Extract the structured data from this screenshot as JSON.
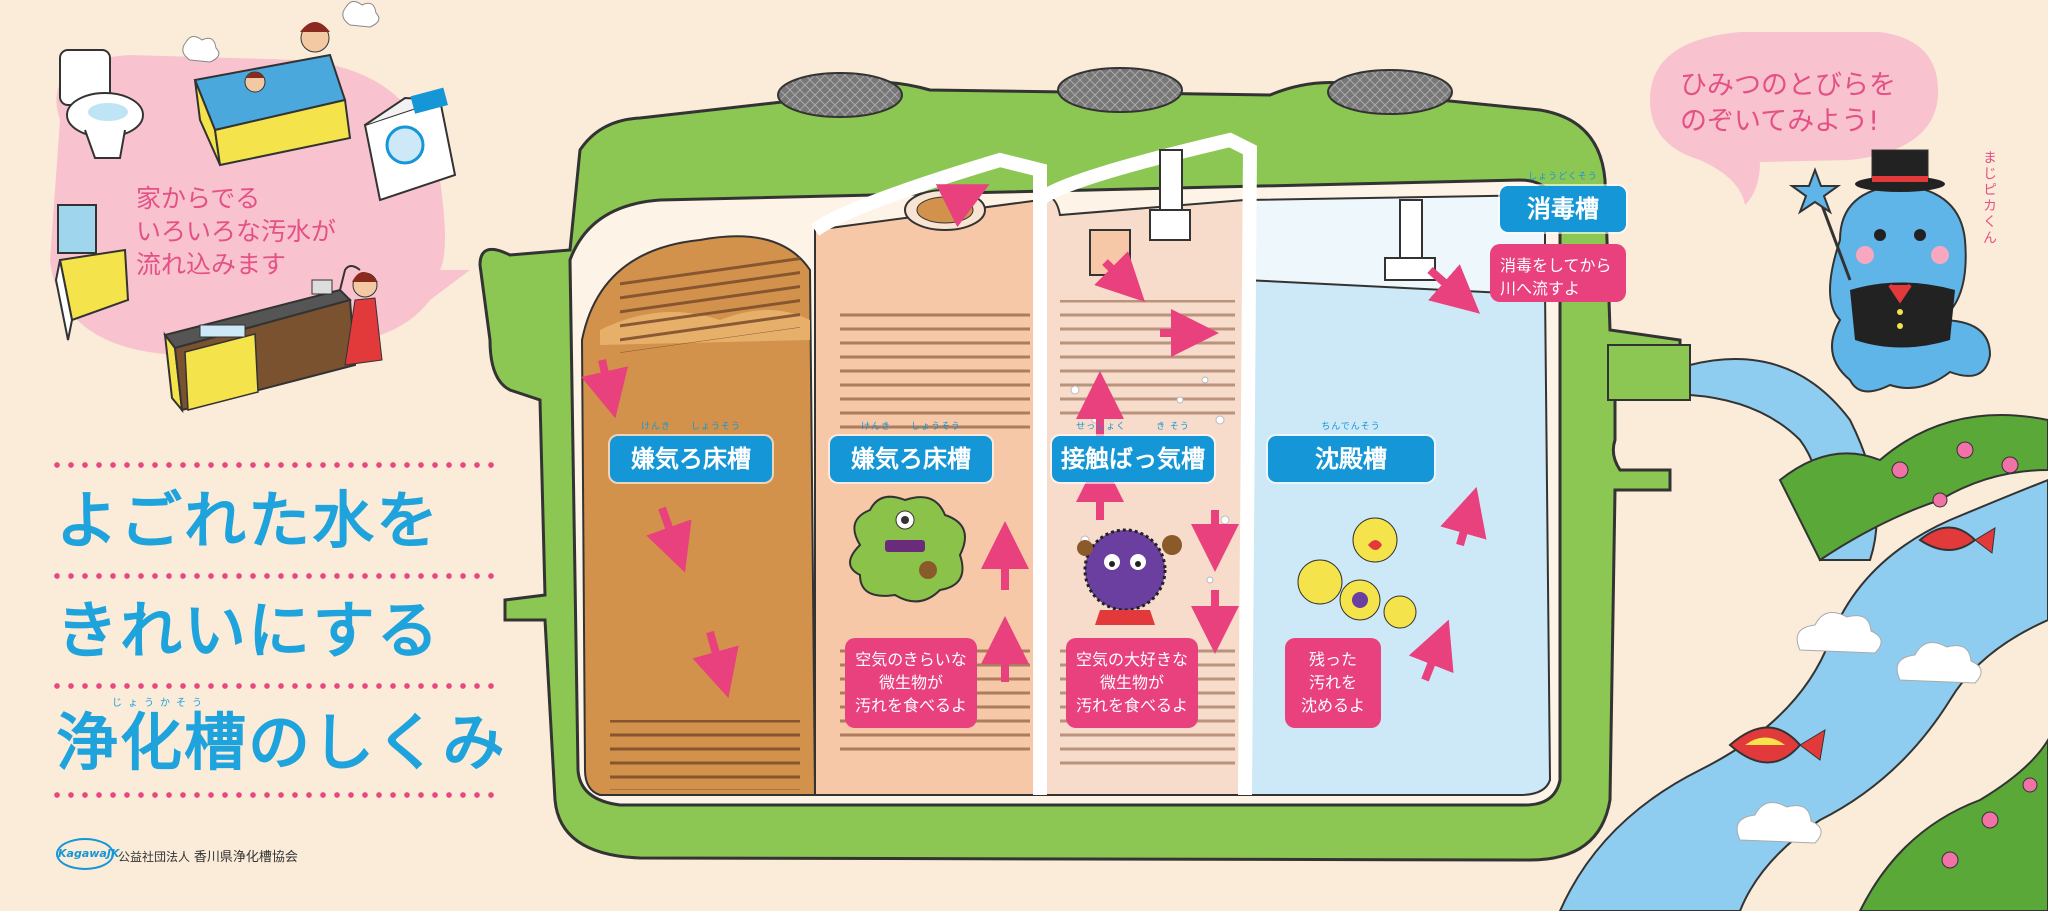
{
  "title": {
    "line1": "よごれた水を",
    "line2": "きれいにする",
    "line3": "浄化槽のしくみ",
    "line3_ruby": "じょうかそう"
  },
  "intro_bubble": {
    "line1": "家からでる",
    "line2": "いろいろな汚水が",
    "line3": "流れ込みます"
  },
  "mascot": {
    "speech_line1": "ひみつのとびらを",
    "speech_line2": "のぞいてみよう!",
    "name": "まじピカくん"
  },
  "tanks": [
    {
      "label": "嫌気ろ床槽",
      "ruby": "けんき　　しょうそう"
    },
    {
      "label": "嫌気ろ床槽",
      "ruby": "けんき　　しょうそう"
    },
    {
      "label": "接触ばっ気槽",
      "ruby": "せっしょく　　　き そう"
    },
    {
      "label": "沈殿槽",
      "ruby": "ちんでんそう"
    },
    {
      "label": "消毒槽",
      "ruby": "しょうどくそう"
    }
  ],
  "notes": {
    "anaerobic": {
      "line1": "空気のきらいな",
      "line2": "微生物が",
      "line3": "汚れを食べるよ"
    },
    "aerobic": {
      "line1": "空気の大好きな",
      "line2": "微生物が",
      "line3": "汚れを食べるよ"
    },
    "settling": {
      "line1": "残った",
      "line2": "汚れを",
      "line3": "沈めるよ"
    },
    "disinfect": {
      "line1": "消毒をしてから",
      "line2": "川へ流すよ"
    }
  },
  "organization": {
    "logo": "KagawaJK",
    "type": "公益社団法人",
    "name": "香川県浄化槽協会"
  },
  "colors": {
    "background": "#faecd9",
    "title_blue": "#1fa3dd",
    "label_blue": "#1596d6",
    "note_pink": "#e8417d",
    "tank_green": "#8cc653",
    "sludge_brown": "#c98a3c",
    "water_blue": "#cde8f6"
  },
  "icons": [
    "toilet-icon",
    "bathtub-icon",
    "washing-machine-icon",
    "sink-icon",
    "kitchen-icon",
    "arrow-icon",
    "fish-icon",
    "flower-icon",
    "cloud-icon",
    "star-wand-icon"
  ]
}
